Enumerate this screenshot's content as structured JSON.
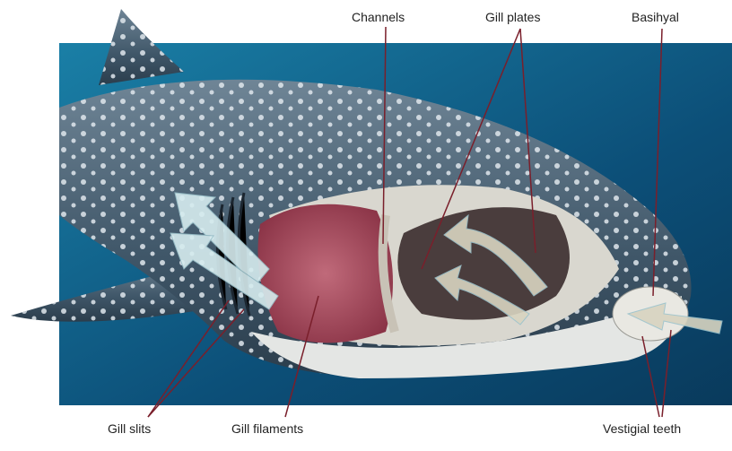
{
  "labels": {
    "channels": "Channels",
    "gill_plates": "Gill plates",
    "basihyal": "Basihyal",
    "gill_slits": "Gill slits",
    "gill_filaments": "Gill filaments",
    "vestigial_teeth": "Vestigial teeth"
  },
  "colors": {
    "leader_line": "#7a1f2b",
    "background_water": "#0f5f86",
    "shark_skin": "#5c7488",
    "gill_tissue": "#a4485a"
  }
}
